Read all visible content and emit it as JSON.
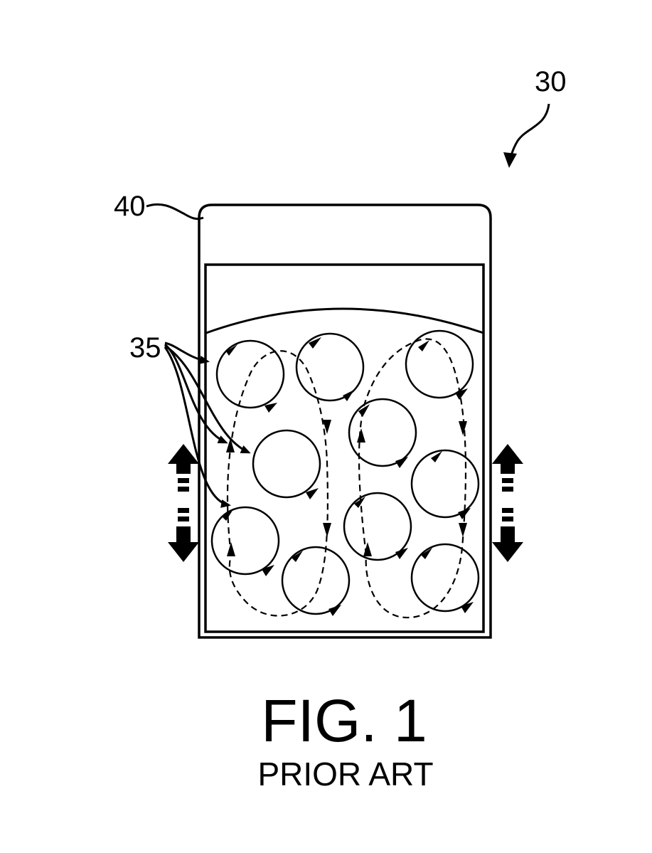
{
  "labels": {
    "device_ref": "30",
    "vessel_ref": "40",
    "particles_ref": "35"
  },
  "caption": {
    "figure": "FIG. 1",
    "subtitle": "PRIOR ART"
  }
}
